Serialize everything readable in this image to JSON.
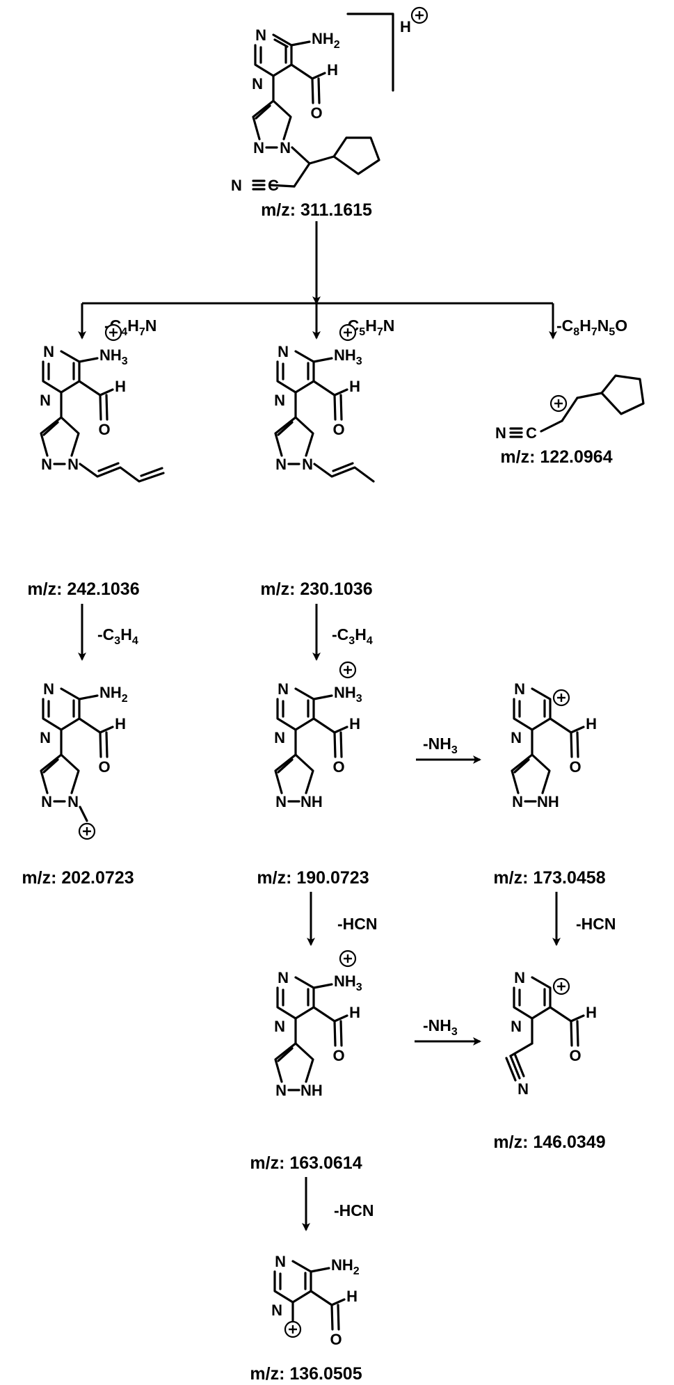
{
  "molecules": {
    "m311": {
      "mz": "m/z: 311.1615",
      "charge_label": "H"
    },
    "m242": {
      "mz": "m/z: 242.1036"
    },
    "m230": {
      "mz": "m/z: 230.1036"
    },
    "m122": {
      "mz": "m/z: 122.0964"
    },
    "m202": {
      "mz": "m/z: 202.0723"
    },
    "m190": {
      "mz": "m/z: 190.0723"
    },
    "m173": {
      "mz": "m/z: 173.0458"
    },
    "m163": {
      "mz": "m/z: 163.0614"
    },
    "m146": {
      "mz": "m/z: 146.0349"
    },
    "m136": {
      "mz": "m/z: 136.0505"
    }
  },
  "losses": {
    "c4h7n": {
      "prefix": "-C",
      "n1": "4",
      "h": "H",
      "n2": "7",
      "tail": "N"
    },
    "c5h7n": {
      "prefix": "-C",
      "n1": "5",
      "h": "H",
      "n2": "7",
      "tail": "N"
    },
    "c8h7n5o": {
      "prefix": "-C",
      "n1": "8",
      "h": "H",
      "n2": "7",
      "n": "N",
      "n3": "5",
      "tail": "O"
    },
    "c3h4_a": {
      "prefix": "-C",
      "n1": "3",
      "h": "H",
      "n2": "4"
    },
    "c3h4_b": {
      "prefix": "-C",
      "n1": "3",
      "h": "H",
      "n2": "4"
    },
    "nh3_a": {
      "prefix": "-NH",
      "n1": "3"
    },
    "nh3_b": {
      "prefix": "-NH",
      "n1": "3"
    },
    "hcn_a": {
      "label": "-HCN"
    },
    "hcn_b": {
      "label": "-HCN"
    },
    "hcn_c": {
      "label": "-HCN"
    }
  },
  "atoms": {
    "N": "N",
    "H": "H",
    "O": "O",
    "NH": "NH",
    "NH_sym": "NH",
    "sub2": "2",
    "sub3": "3",
    "plus": "+"
  }
}
